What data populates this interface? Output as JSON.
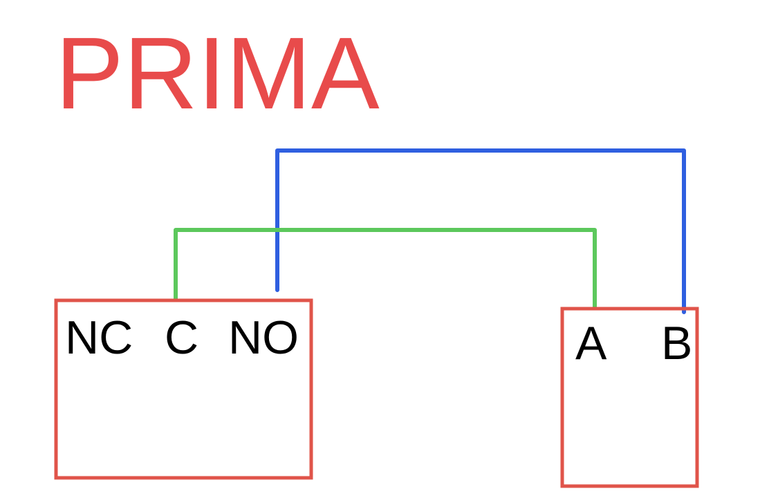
{
  "title": "PRIMA",
  "colors": {
    "title": "#e84b4b",
    "box": "#e0544a",
    "wire_c_to_a": "#5cc85c",
    "wire_no_to_b": "#2f5fe0",
    "text": "#000000",
    "background": "#ffffff"
  },
  "left_box": {
    "terminals": [
      "NC",
      "C",
      "NO"
    ]
  },
  "right_box": {
    "terminals": [
      "A",
      "B"
    ]
  },
  "connections": [
    {
      "from": "C",
      "to": "A",
      "color": "#5cc85c"
    },
    {
      "from": "NO",
      "to": "B",
      "color": "#2f5fe0"
    }
  ]
}
